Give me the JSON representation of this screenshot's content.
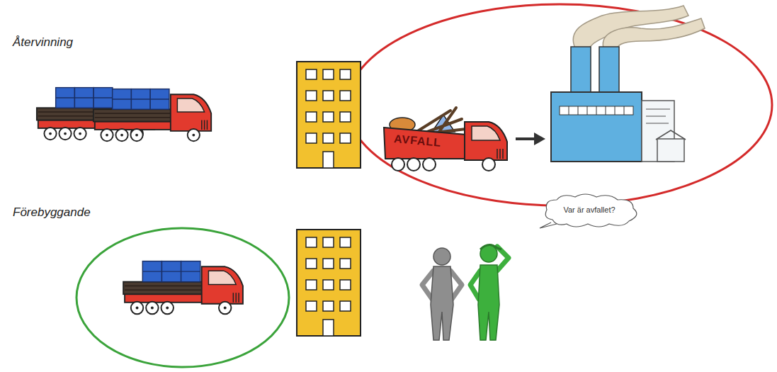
{
  "diagram": {
    "nodes": [
      {
        "text": [
          "Var är avfallet?"
        ]
      }
    ],
    "labels": [
      "Återvinning",
      "Förebyggande",
      "AVFALL"
    ]
  }
}
